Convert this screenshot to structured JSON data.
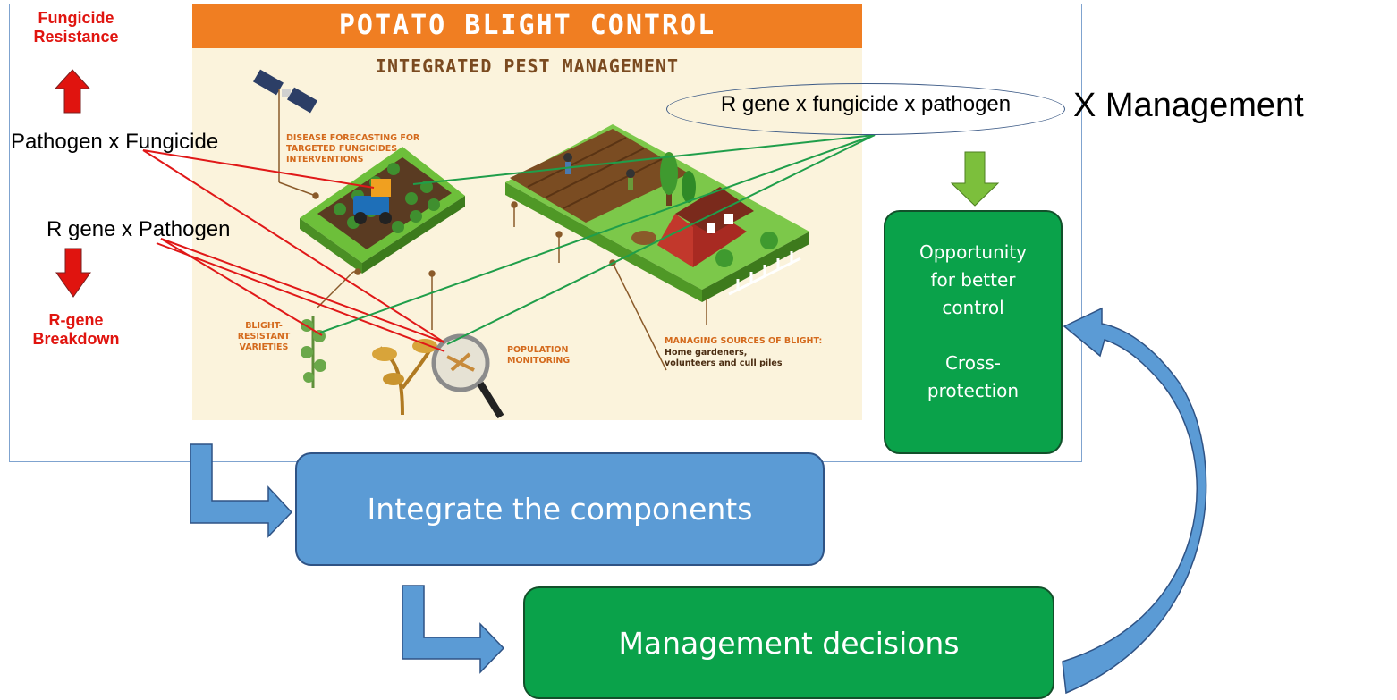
{
  "poster": {
    "title": "POTATO BLIGHT CONTROL",
    "subtitle": "INTEGRATED PEST MANAGEMENT",
    "callout_forecasting": "DISEASE FORECASTING FOR TARGETED FUNGICIDES INTERVENTIONS",
    "callout_varieties": "BLIGHT-RESISTANT VARIETIES",
    "callout_monitoring": "POPULATION MONITORING",
    "callout_sources_title": "MANAGING SOURCES OF BLIGHT:",
    "callout_sources_body": "Home gardeners, volunteers and cull piles"
  },
  "labels": {
    "fungicide_resistance": "Fungicide Resistance",
    "pathogen_x_fungicide": "Pathogen x Fungicide",
    "r_gene_x_pathogen": "R gene x Pathogen",
    "r_gene_breakdown": "R-gene Breakdown",
    "r_gene_fungicide_pathogen": "R gene x fungicide x pathogen",
    "x_management": "X Management"
  },
  "boxes": {
    "opportunity_line1": "Opportunity for better control",
    "opportunity_line2": "Cross-protection",
    "integrate": "Integrate the components",
    "management": "Management decisions"
  },
  "colors": {
    "red_arrow": "#e0140f",
    "red_line": "#e01818",
    "green_line": "#1f9e4a",
    "blue_box": "#5b9bd5",
    "green_box": "#0aa24a",
    "light_green_arrow": "#7cbf3c",
    "orange_banner": "#f07e22"
  }
}
